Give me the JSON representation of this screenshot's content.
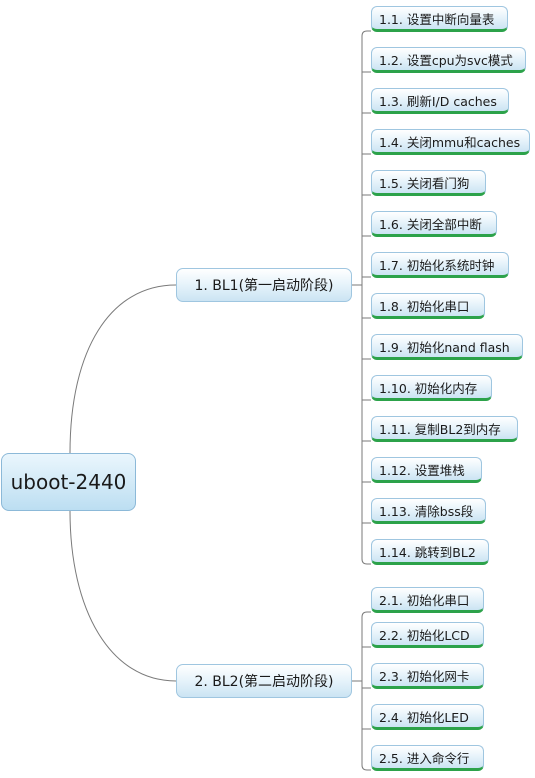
{
  "root": {
    "label": "uboot-2440"
  },
  "branches": [
    {
      "label": "1. BL1(第一启动阶段)",
      "children": [
        "1.1. 设置中断向量表",
        "1.2. 设置cpu为svc模式",
        "1.3. 刷新I/D caches",
        "1.4. 关闭mmu和caches",
        "1.5. 关闭看门狗",
        "1.6. 关闭全部中断",
        "1.7. 初始化系统时钟",
        "1.8. 初始化串口",
        "1.9. 初始化nand flash",
        "1.10. 初始化内存",
        "1.11. 复制BL2到内存",
        "1.12. 设置堆栈",
        "1.13. 清除bss段",
        "1.14. 跳转到BL2"
      ]
    },
    {
      "label": "2. BL2(第二启动阶段)",
      "children": [
        "2.1. 初始化串口",
        "2.2. 初始化LCD",
        "2.3. 初始化网卡",
        "2.4. 初始化LED",
        "2.5. 进入命令行"
      ]
    }
  ]
}
